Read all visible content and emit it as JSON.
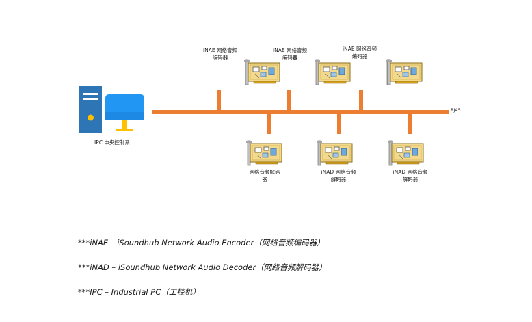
{
  "diagram": {
    "ipc_label": "IPC 中央控制系",
    "rj45_label": "RJ45",
    "encoders": [
      {
        "line1": "iNAE 网络音频",
        "line2": "编码器"
      },
      {
        "line1": "iNAE 网络音频",
        "line2": "编码器"
      },
      {
        "line1": "iNAE 网络音频",
        "line2": "编码器"
      },
      {
        "line1": "",
        "line2": ""
      }
    ],
    "decoders": [
      {
        "line1": "网络音频解码",
        "line2": "器"
      },
      {
        "line1": "iNAD 网络音频",
        "line2": "解码器"
      },
      {
        "line1": "iNAD 网络音频",
        "line2": "解码器"
      }
    ],
    "colors": {
      "bus": "#ED7D31",
      "tower": "#2E75B6",
      "monitor": "#2196F3",
      "accent": "#FFC000"
    }
  },
  "notes": [
    "***iNAE – iSoundhub Network Audio Encoder（网络音频编码器）",
    "***iNAD – iSoundhub Network Audio Decoder（网络音频解码器）",
    "***IPC – Industrial PC（工控机）"
  ]
}
